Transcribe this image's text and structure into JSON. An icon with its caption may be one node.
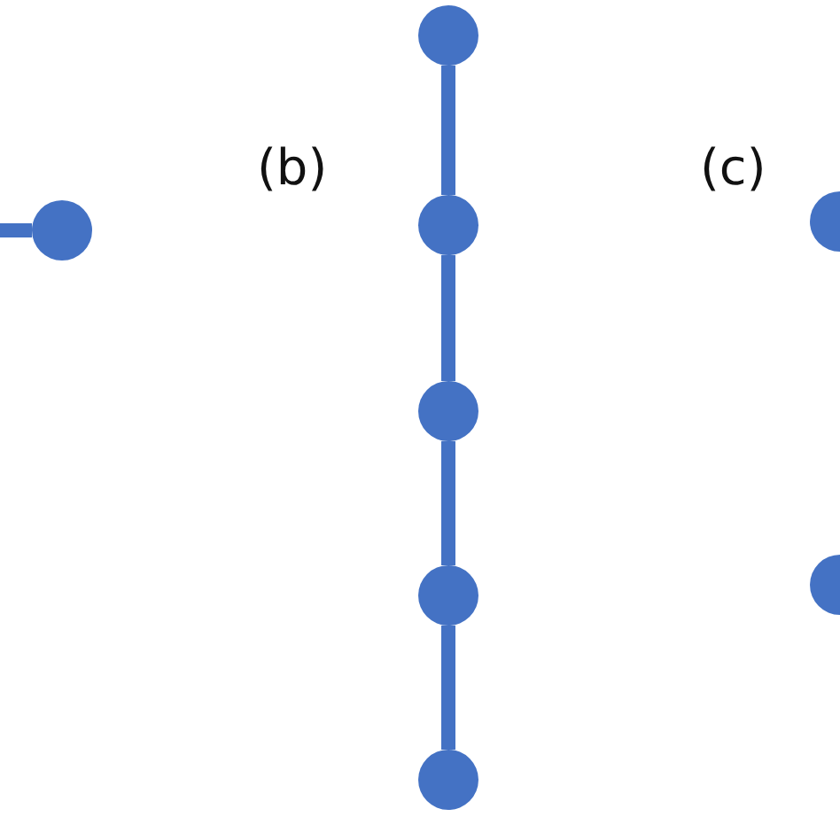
{
  "diagram": {
    "nodes": [
      {
        "text": [],
        "shape": "circle"
      },
      {
        "text": [],
        "shape": "circle"
      },
      {
        "text": [],
        "shape": "circle"
      },
      {
        "text": [],
        "shape": "circle"
      },
      {
        "text": [],
        "shape": "circle"
      },
      {
        "text": [],
        "shape": "circle"
      },
      {
        "text": [],
        "shape": "circle"
      },
      {
        "text": [],
        "shape": "circle"
      }
    ],
    "edges": [
      {
        "from": null,
        "to": 0,
        "arrow": "none"
      },
      {
        "from": 1,
        "to": 2,
        "arrow": "none"
      },
      {
        "from": 2,
        "to": 3,
        "arrow": "none"
      },
      {
        "from": 3,
        "to": 4,
        "arrow": "none"
      },
      {
        "from": 4,
        "to": 5,
        "arrow": "none"
      }
    ],
    "labels": [
      "(b)",
      "(c)"
    ]
  }
}
